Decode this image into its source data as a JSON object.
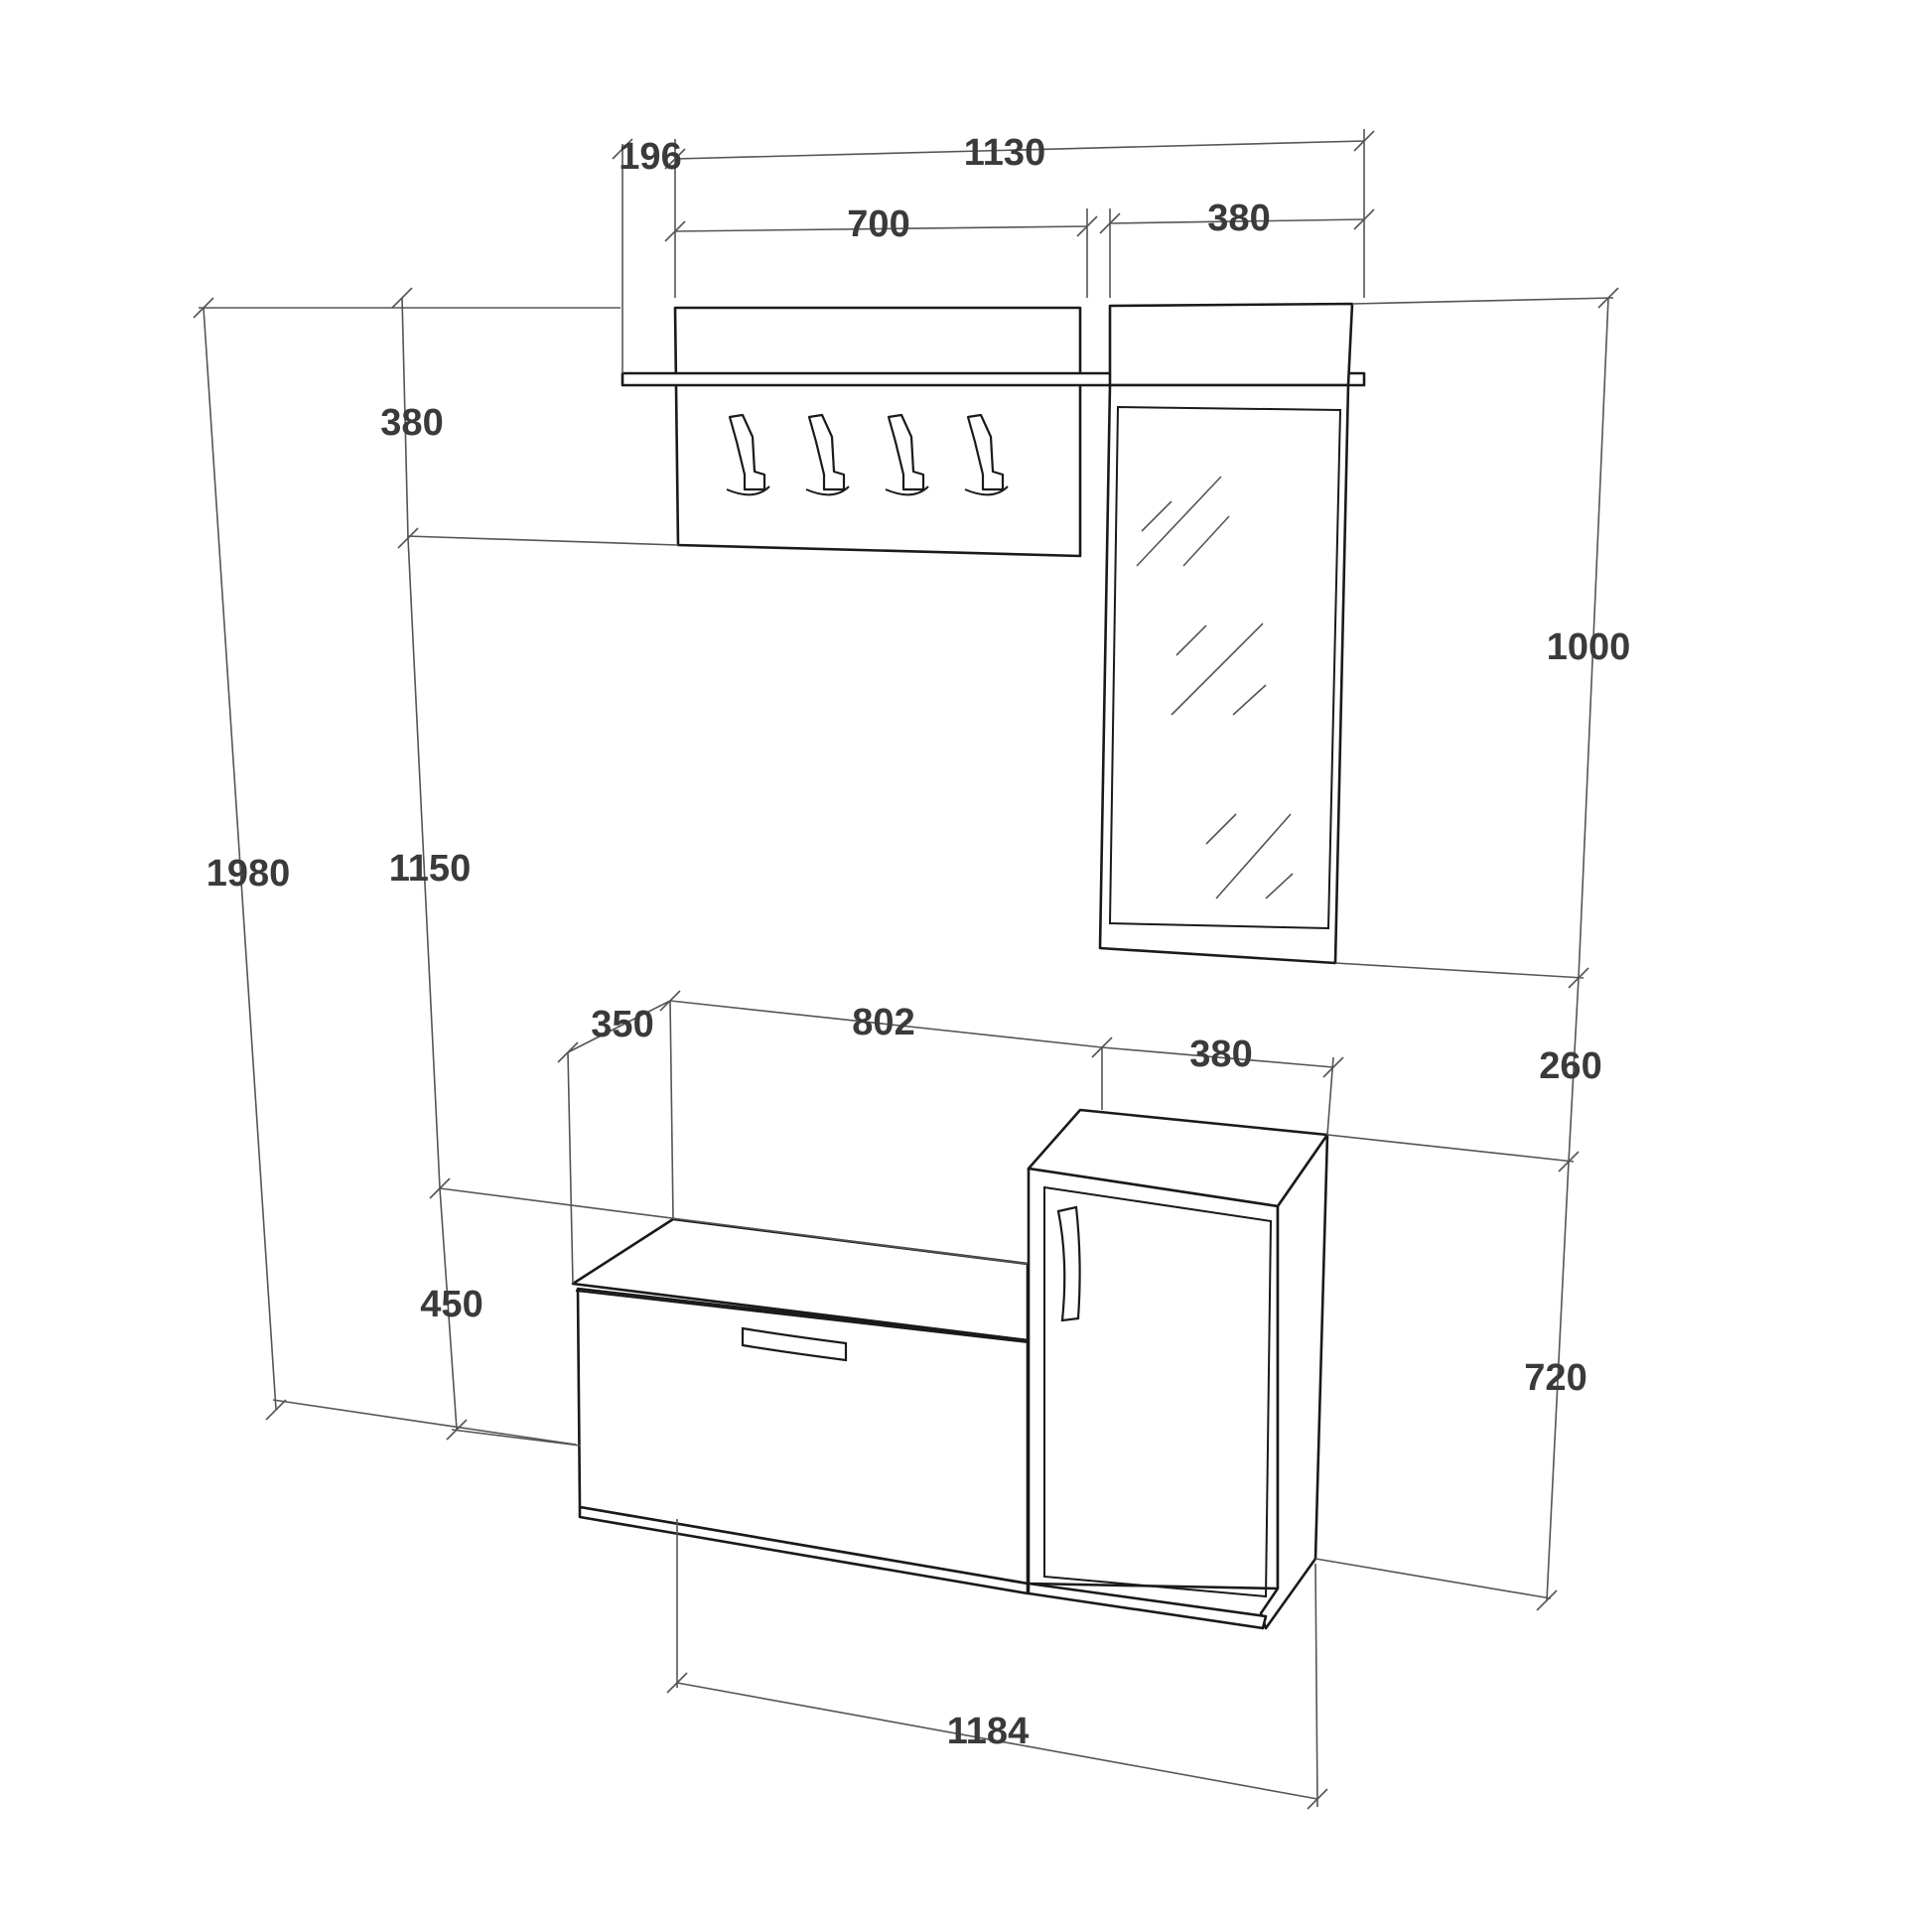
{
  "dimensions": {
    "panel_offset": "196",
    "total_top_width": "1130",
    "hanger_width": "700",
    "mirror_width": "380",
    "hanger_height": "380",
    "mirror_height": "1000",
    "total_height": "1980",
    "hanger_bottom_height": "1150",
    "bench_depth": "350",
    "bench_width": "802",
    "cabinet_width": "380",
    "mirror_gap": "260",
    "bench_height": "450",
    "cabinet_height": "720",
    "total_base_width": "1184"
  }
}
